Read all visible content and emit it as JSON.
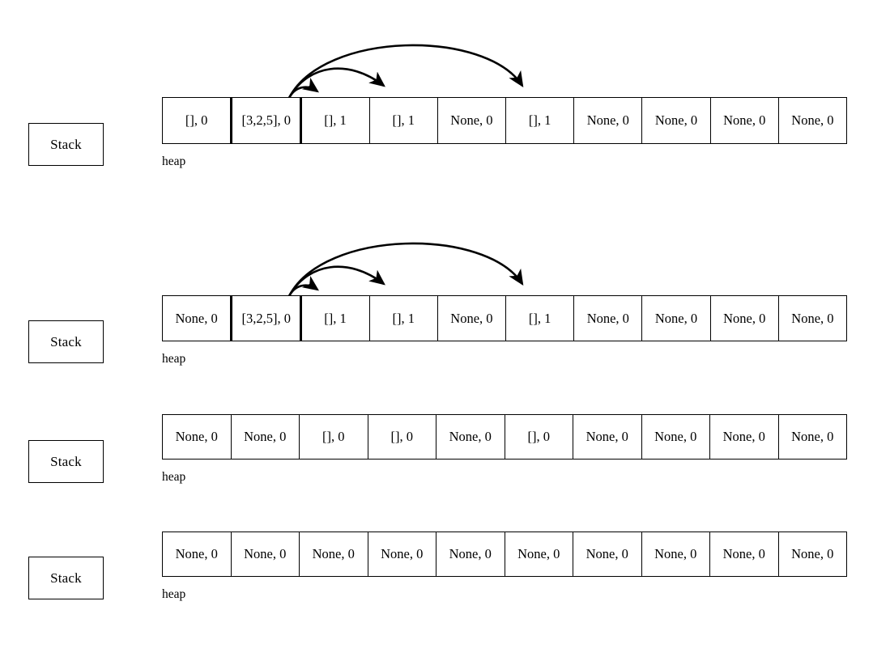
{
  "diagram": {
    "title_hidden": "python stack and heap memory state sequence",
    "stack_label": "Stack",
    "heap_label": "heap",
    "cell_count": 10,
    "colors": {
      "line": "#000000",
      "background": "#ffffff",
      "text": "#000000"
    },
    "rows": [
      {
        "id": "state-1",
        "stack_label": "Stack",
        "heap_label": "heap",
        "highlight_index": 1,
        "cells": [
          "[], 0",
          "[3,2,5], 0",
          "[], 1",
          "[], 1",
          "None, 0",
          "[], 1",
          "None, 0",
          "None, 0",
          "None, 0",
          "None, 0"
        ],
        "arrows": [
          {
            "from_cell": 1,
            "to_cell": 2,
            "label": ""
          },
          {
            "from_cell": 1,
            "to_cell": 3,
            "label": ""
          },
          {
            "from_cell": 1,
            "to_cell": 5,
            "label": ""
          }
        ]
      },
      {
        "id": "state-2",
        "stack_label": "Stack",
        "heap_label": "heap",
        "highlight_index": 1,
        "cells": [
          "None, 0",
          "[3,2,5], 0",
          "[], 1",
          "[], 1",
          "None, 0",
          "[], 1",
          "None, 0",
          "None, 0",
          "None, 0",
          "None, 0"
        ],
        "arrows": [
          {
            "from_cell": 1,
            "to_cell": 2,
            "label": ""
          },
          {
            "from_cell": 1,
            "to_cell": 3,
            "label": ""
          },
          {
            "from_cell": 1,
            "to_cell": 5,
            "label": ""
          }
        ]
      },
      {
        "id": "state-3",
        "stack_label": "Stack",
        "heap_label": "heap",
        "highlight_index": -1,
        "cells": [
          "None, 0",
          "None, 0",
          "[], 0",
          "[], 0",
          "None, 0",
          "[], 0",
          "None, 0",
          "None, 0",
          "None, 0",
          "None, 0"
        ],
        "arrows": []
      },
      {
        "id": "state-4",
        "stack_label": "Stack",
        "heap_label": "heap",
        "highlight_index": -1,
        "cells": [
          "None, 0",
          "None, 0",
          "None, 0",
          "None, 0",
          "None, 0",
          "None, 0",
          "None, 0",
          "None, 0",
          "None, 0",
          "None, 0"
        ],
        "arrows": []
      }
    ]
  }
}
